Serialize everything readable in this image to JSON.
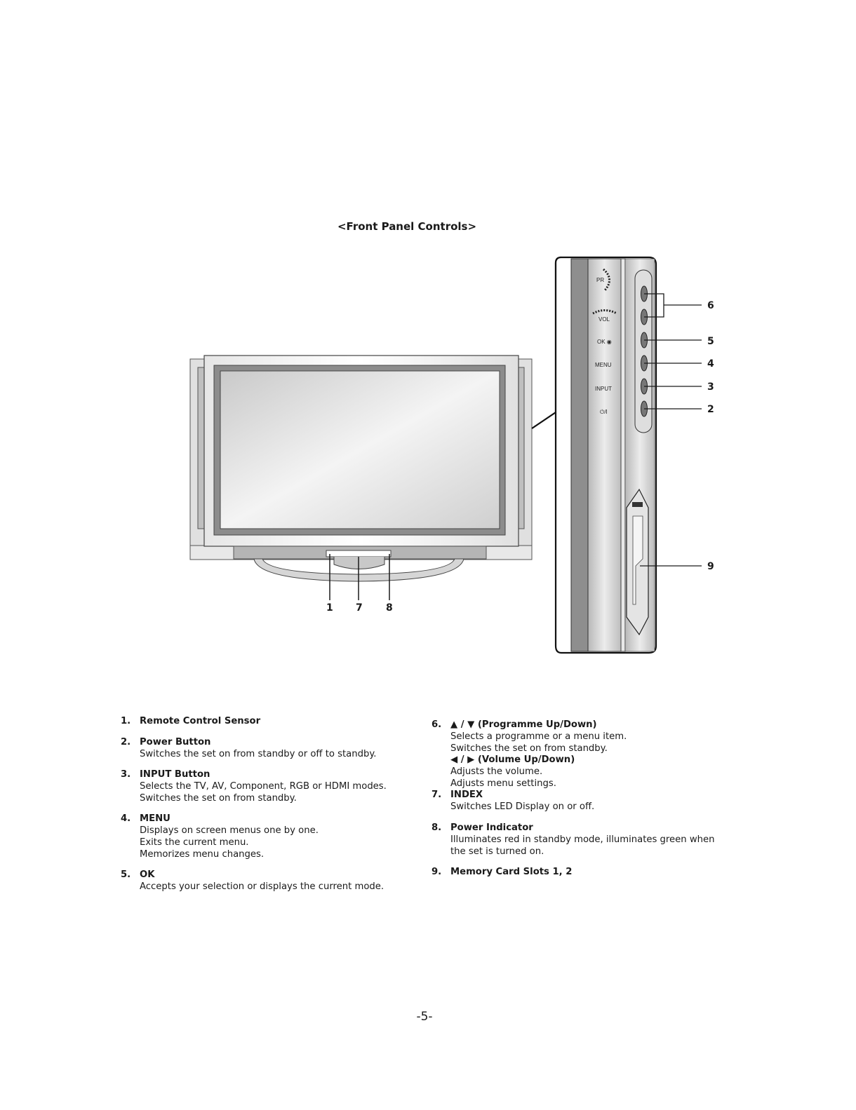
{
  "page_title": "<Front Panel Controls>",
  "diagram": {
    "panel_labels": {
      "pr": "PR",
      "vol": "VOL",
      "ok": "OK ◉",
      "menu": "MENU",
      "input": "INPUT",
      "power": "⏻/I"
    },
    "callouts": {
      "c1": "1",
      "c2": "2",
      "c3": "3",
      "c4": "4",
      "c5": "5",
      "c6": "6",
      "c7": "7",
      "c8": "8",
      "c9": "9"
    }
  },
  "items_left": [
    {
      "num": "1.",
      "title": "Remote Control Sensor",
      "lines": []
    },
    {
      "num": "2.",
      "title": "Power Button",
      "lines": [
        "Switches the set on from standby or off to standby."
      ]
    },
    {
      "num": "3.",
      "title": "INPUT Button",
      "lines": [
        "Selects the  TV, AV, Component, RGB or HDMI modes.",
        "Switches the set on from standby."
      ]
    },
    {
      "num": "4.",
      "title": "MENU",
      "lines": [
        "Displays on screen menus one by one.",
        "Exits the current menu.",
        "Memorizes menu changes."
      ]
    },
    {
      "num": "5.",
      "title": "OK",
      "lines": [
        "Accepts your selection or displays the current mode."
      ]
    }
  ],
  "items_right": {
    "item6": {
      "num": "6.",
      "arrows_pr": "▲ / ▼",
      "title_pr": "(Programme Up/Down)",
      "lines_pr": [
        "Selects a programme or a menu item.",
        "Switches the set on from standby."
      ],
      "arrows_vol": "◀ / ▶",
      "title_vol": "(Volume Up/Down)",
      "lines_vol": [
        "Adjusts the volume.",
        "Adjusts menu settings."
      ]
    },
    "item7": {
      "num": "7.",
      "title": "INDEX",
      "lines": [
        "Switches LED Display on or off."
      ]
    },
    "item8": {
      "num": "8.",
      "title": "Power Indicator",
      "lines": [
        "Illuminates red in standby mode, illuminates green when",
        "the set is turned on."
      ]
    },
    "item9": {
      "num": "9.",
      "title": "Memory Card Slots 1, 2",
      "lines": []
    }
  },
  "page_number": "-5-"
}
